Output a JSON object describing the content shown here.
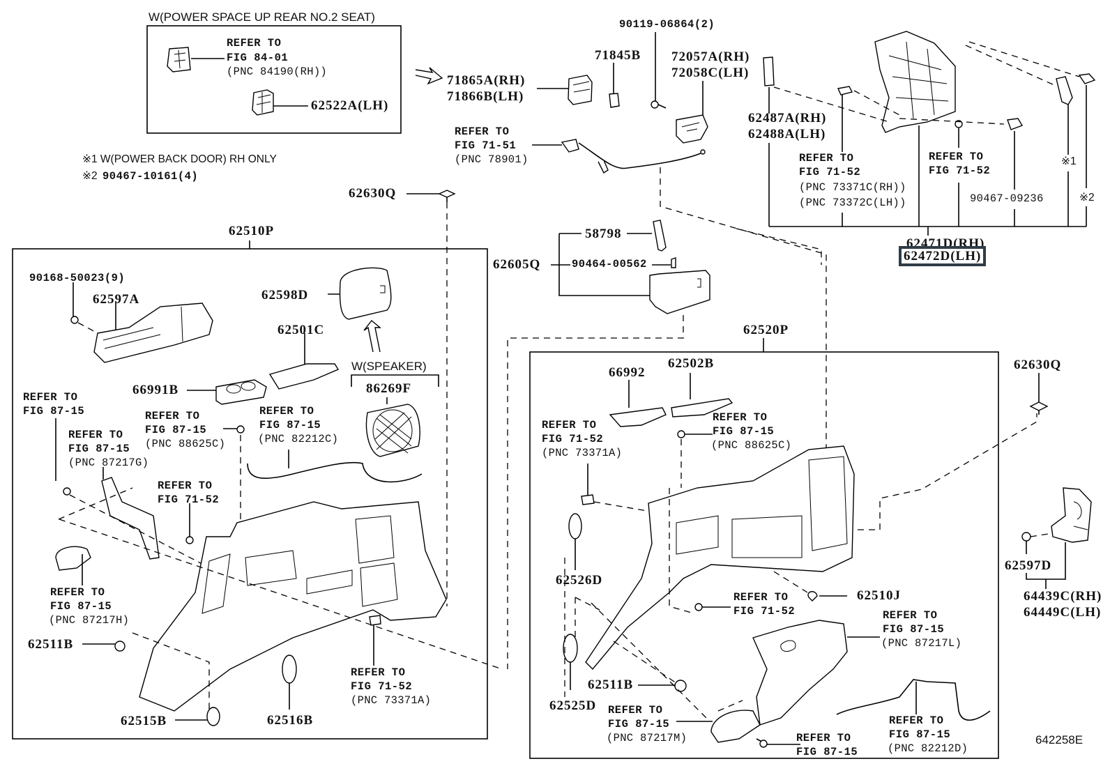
{
  "diagram": {
    "ref_code": "642258E",
    "highlight_color": "#2f3d48",
    "notes": {
      "note1": "※1 W(POWER BACK DOOR) RH ONLY",
      "note2_prefix": "※2 ",
      "note2_value": "90467-10161(4)"
    },
    "inset_power_seat": {
      "title": "W(POWER SPACE UP REAR NO.2 SEAT)",
      "ref": [
        "REFER TO",
        "FIG 84-01",
        "(PNC 84190(RH))"
      ],
      "part": "62522A(LH)"
    },
    "top_center": {
      "p71865": [
        "71865A(RH)",
        "71866B(LH)"
      ],
      "p71845": "71845B",
      "p90119": "90119-06864(2)",
      "p72057": [
        "72057A(RH)",
        "72058C(LH)"
      ],
      "ref7151": [
        "REFER TO",
        "FIG 71-51",
        "(PNC 78901)"
      ],
      "p62630_top": "62630Q"
    },
    "top_right": {
      "p62487": [
        "62487A(RH)",
        "62488A(LH)"
      ],
      "ref7152a": [
        "REFER TO",
        "FIG 71-52",
        "(PNC 73371C(RH))",
        "(PNC 73372C(LH))"
      ],
      "ref7152b": [
        "REFER TO",
        "FIG 71-52"
      ],
      "p90467": "90467-09236",
      "mark1": "※1",
      "mark2": "※2",
      "assy_rh": "62471D(RH)",
      "assy_lh": "62472D(LH)"
    },
    "cover_group": {
      "assy": "62605Q",
      "p58798": "58798",
      "p90464": "90464-00562"
    },
    "left_box": {
      "title": "62510P",
      "p90168": "90168-50023(9)",
      "p62597A": "62597A",
      "p62598D": "62598D",
      "p62501C": "62501C",
      "p66991B": "66991B",
      "speaker_caption": "W(SPEAKER)",
      "p86269F": "86269F",
      "ref_a": [
        "REFER TO",
        "FIG 87-15"
      ],
      "ref_b": [
        "REFER TO",
        "FIG 87-15",
        "(PNC 87217G)"
      ],
      "ref_c": [
        "REFER TO",
        "FIG 87-15",
        "(PNC 88625C)"
      ],
      "ref_d": [
        "REFER TO",
        "FIG 87-15",
        "(PNC 82212C)"
      ],
      "ref_e": [
        "REFER TO",
        "FIG 71-52"
      ],
      "ref_f": [
        "REFER TO",
        "FIG 87-15",
        "(PNC 87217H)"
      ],
      "ref_g": [
        "REFER TO",
        "FIG 71-52",
        "(PNC 73371A)"
      ],
      "p62511B": "62511B",
      "p62515B": "62515B",
      "p62516B": "62516B"
    },
    "right_box": {
      "title": "62520P",
      "p66992": "66992",
      "p62502B": "62502B",
      "ref_a": [
        "REFER TO",
        "FIG 71-52",
        "(PNC 73371A)"
      ],
      "ref_b": [
        "REFER TO",
        "FIG 87-15",
        "(PNC 88625C)"
      ],
      "p62526D": "62526D",
      "p62525D": "62525D",
      "p62511B": "62511B",
      "p62510J": "62510J",
      "ref_c": [
        "REFER TO",
        "FIG 71-52"
      ],
      "ref_d": [
        "REFER TO",
        "FIG 87-15",
        "(PNC 87217L)"
      ],
      "ref_e": [
        "REFER TO",
        "FIG 87-15",
        "(PNC 87217M)"
      ],
      "ref_f": [
        "REFER TO",
        "FIG 87-15"
      ],
      "ref_g": [
        "REFER TO",
        "FIG 87-15",
        "(PNC 82212D)"
      ]
    },
    "far_right": {
      "p62630Q": "62630Q",
      "p62597D": "62597D",
      "p64439": [
        "64439C(RH)",
        "64449C(LH)"
      ]
    }
  }
}
